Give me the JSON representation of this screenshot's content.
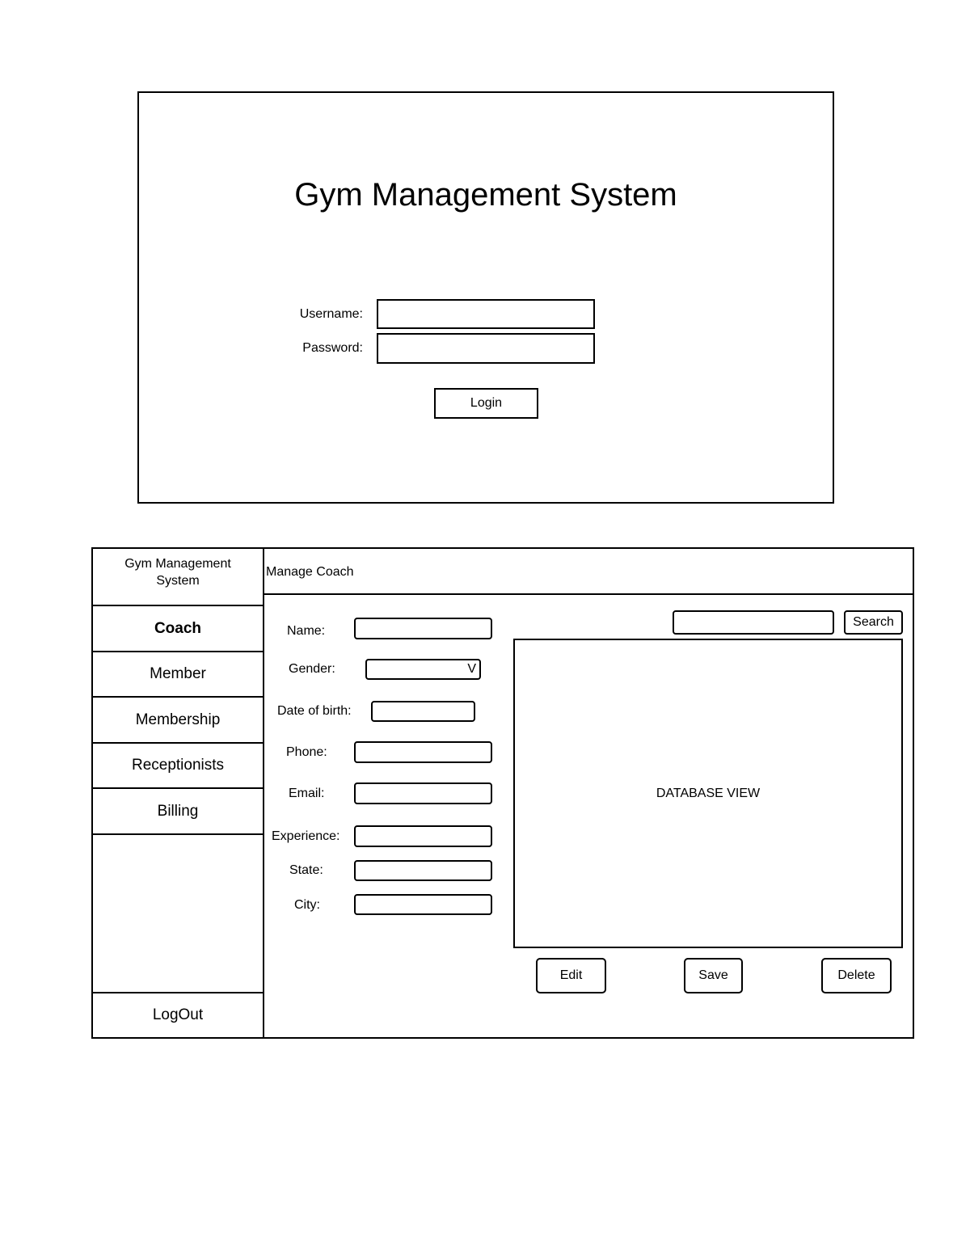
{
  "login": {
    "title": "Gym Management System",
    "username_label": "Username:",
    "username_value": "",
    "password_label": "Password:",
    "password_value": "",
    "login_button": "Login"
  },
  "app": {
    "brand": "Gym Management System",
    "header_title": "Manage Coach",
    "sidebar": {
      "items": [
        {
          "label": "Coach",
          "active": true
        },
        {
          "label": "Member"
        },
        {
          "label": "Membership"
        },
        {
          "label": "Receptionists"
        },
        {
          "label": "Billing"
        }
      ],
      "logout": "LogOut"
    },
    "form": {
      "name_label": "Name:",
      "gender_label": "Gender:",
      "gender_dropdown_glyph": "V",
      "dob_label": "Date of birth:",
      "phone_label": "Phone:",
      "email_label": "Email:",
      "experience_label": "Experience:",
      "state_label": "State:",
      "city_label": "City:"
    },
    "search_button": "Search",
    "search_value": "",
    "database_view": "DATABASE VIEW",
    "actions": {
      "edit": "Edit",
      "save": "Save",
      "delete": "Delete"
    }
  }
}
